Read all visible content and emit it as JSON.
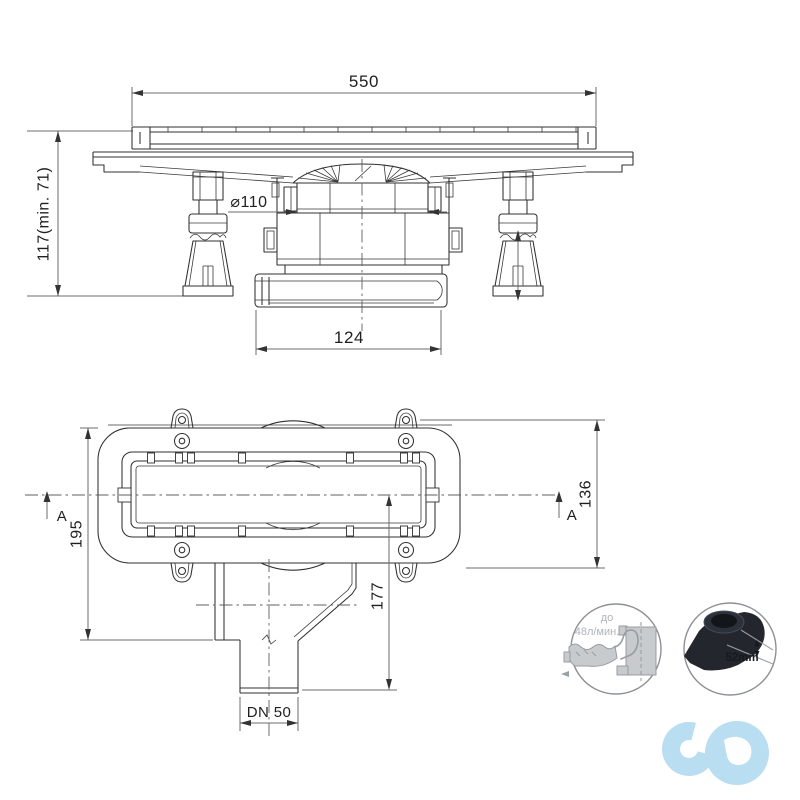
{
  "side_view": {
    "dim_top_width": "550",
    "dim_left_height": "117(min. 71)",
    "dim_diameter": "⌀110",
    "dim_bottom_width": "124"
  },
  "plan_view": {
    "dim_left_height": "195",
    "dim_right_height": "136",
    "dim_outlet_depth": "177",
    "dim_pipe": "DN 50",
    "section_label_left": "A",
    "section_label_right": "A"
  },
  "details": {
    "flow_detail": {
      "line1": "до",
      "line2": "48л/мин."
    },
    "height_detail": {
      "label": "52mm"
    }
  },
  "colors": {
    "line": "#303030",
    "dimension_line": "#6b6b6b",
    "detail_gray": "#b0b4b8",
    "detail_fill": "#c7cbce",
    "black_part": "#23262d",
    "logo_blue": "#b9ddf1"
  }
}
